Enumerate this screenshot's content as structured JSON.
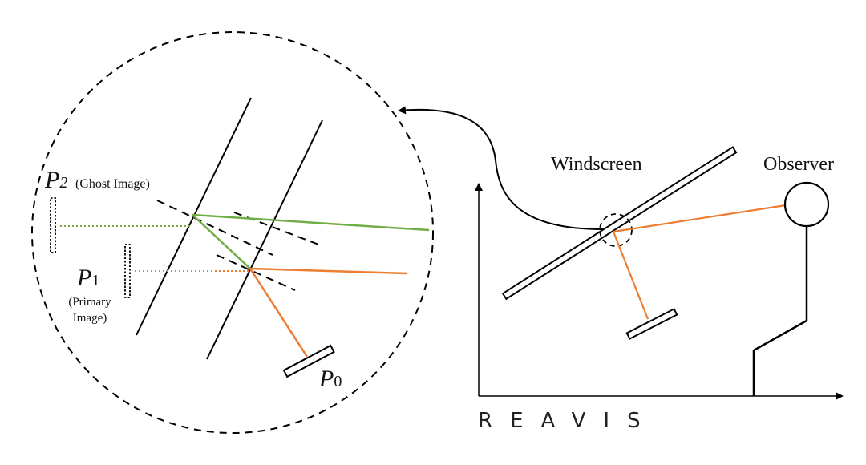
{
  "labels": {
    "windscreen": "Windscreen",
    "observer": "Observer",
    "p2_symbol": "P",
    "p2_subscript": "2",
    "p2_caption": "(Ghost Image)",
    "p1_symbol": "P",
    "p1_subscript": "1",
    "p1_caption_line1": "(Primary",
    "p1_caption_line2": "Image)",
    "p0_symbol": "P",
    "p0_subscript": "0"
  },
  "logo": {
    "text": "REAVIS"
  },
  "colors": {
    "ghost_ray": "#70ad47",
    "primary_ray": "#ed7d31",
    "outline": "#000000"
  }
}
